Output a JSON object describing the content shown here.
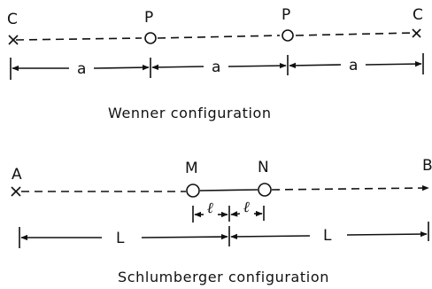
{
  "wenner": {
    "labels": {
      "c_left": "C",
      "p_left": "P",
      "p_right": "P",
      "c_right": "C"
    },
    "spacing_labels": [
      "a",
      "a",
      "a"
    ],
    "caption": "Wenner configuration"
  },
  "schlumberger": {
    "labels": {
      "a": "A",
      "m": "M",
      "n": "N",
      "b": "B"
    },
    "inner_labels": [
      "ℓ",
      "ℓ"
    ],
    "outer_labels": [
      "L",
      "L"
    ],
    "caption": "Schlumberger configuration"
  }
}
